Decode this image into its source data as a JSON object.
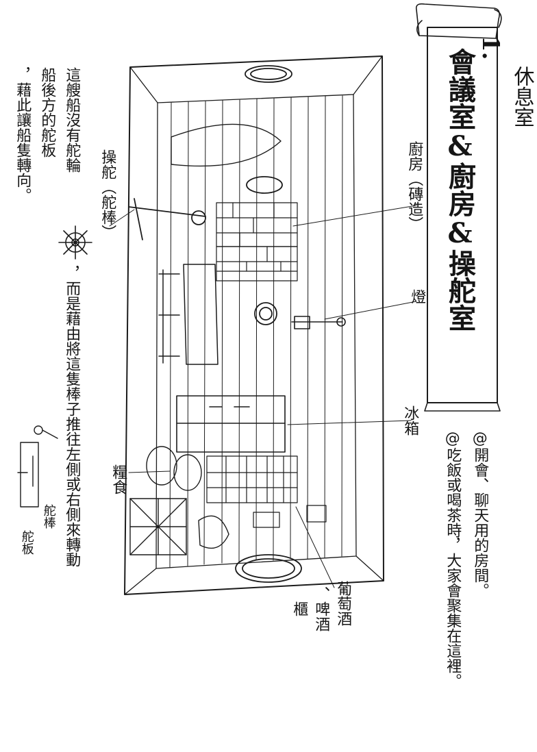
{
  "section": {
    "number": "1.",
    "subtitle": "休息室",
    "title": "會議室&廚房&操舵室"
  },
  "notes": [
    "@開會、聊天用的房間。",
    "@吃飯或喝茶時，大家會聚集在這裡。"
  ],
  "labels": {
    "kitchen": "廚房（磚造）",
    "lamp": "燈",
    "fridge": "冰箱",
    "wine_cabinet_a": "葡萄酒",
    "wine_cabinet_b": "、啤酒",
    "wine_cabinet_c": "櫃",
    "provisions": "糧食",
    "helm": "操舵（舵棒）"
  },
  "description": {
    "line1": "這艘船沒有舵輪",
    "line1_cont": "，而是藉由將這隻棒子推往左側或右側來轉動",
    "line2": "船後方的舵板",
    "line3": "，藉此讓船隻轉向。"
  },
  "rudder_sketch": {
    "tiller": "舵棒",
    "rudder": "舵板"
  }
}
